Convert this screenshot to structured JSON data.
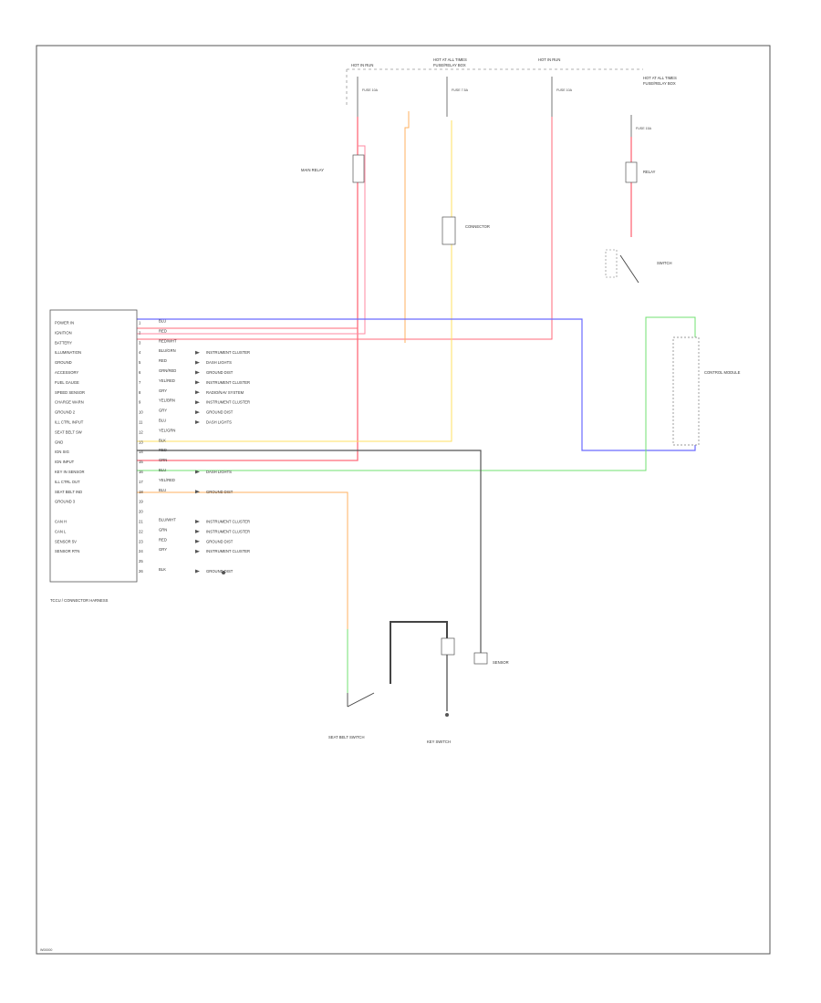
{
  "diagram": {
    "footer_code": "W00000",
    "module_name": "TCCU / CONNECTOR HARNESS",
    "power": {
      "labels": [
        "HOT IN RUN",
        "HOT AT ALL TIMES",
        "HOT IN RUN",
        "HOT AT ALL TIMES"
      ],
      "fuses": [
        "FUSE 10A",
        "FUSE 7.5A",
        "FUSE 10A",
        "FUSE 15A"
      ],
      "fuse_box": "FUSE/RELAY BOX",
      "right_label": "FUSE/RELAY BOX"
    },
    "pins": [
      {
        "num": "1",
        "name": "POWER IN",
        "wire": "BLU",
        "dest": ""
      },
      {
        "num": "2",
        "name": "IGNITION",
        "wire": "RED",
        "dest": ""
      },
      {
        "num": "3",
        "name": "BATTERY",
        "wire": "RED/WHT",
        "dest": ""
      },
      {
        "num": "4",
        "name": "ILLUMINATION",
        "wire": "BLU/GRN",
        "dest": "INSTRUMENT CLUSTER"
      },
      {
        "num": "5",
        "name": "GROUND",
        "wire": "RED",
        "dest": "DASH LIGHTS"
      },
      {
        "num": "6",
        "name": "ACCESSORY",
        "wire": "GRN/RED",
        "dest": "GROUND DIST"
      },
      {
        "num": "7",
        "name": "FUEL GAUGE",
        "wire": "YEL/RED",
        "dest": "INSTRUMENT CLUSTER"
      },
      {
        "num": "8",
        "name": "SPEED SENSOR",
        "wire": "GRY",
        "dest": "RADIO/NAV SYSTEM"
      },
      {
        "num": "9",
        "name": "CHARGE WARN",
        "wire": "YEL/BRN",
        "dest": "INSTRUMENT CLUSTER"
      },
      {
        "num": "10",
        "name": "GROUND 2",
        "wire": "GRY",
        "dest": "GROUND DIST"
      },
      {
        "num": "11",
        "name": "ILL CTRL INPUT",
        "wire": "BLU",
        "dest": "DASH LIGHTS"
      },
      {
        "num": "12",
        "name": "SEAT BELT SW",
        "wire": "YEL/GRN",
        "dest": ""
      },
      {
        "num": "13",
        "name": "GND",
        "wire": "BLK",
        "dest": ""
      },
      {
        "num": "14",
        "name": "IGN SIG",
        "wire": "RED",
        "dest": ""
      },
      {
        "num": "15",
        "name": "IGN INPUT",
        "wire": "GRN",
        "dest": ""
      },
      {
        "num": "16",
        "name": "KEY IN SENSOR",
        "wire": "BLU",
        "dest": "DASH LIGHTS"
      },
      {
        "num": "17",
        "name": "ILL CTRL OUT",
        "wire": "YEL/RED",
        "dest": ""
      },
      {
        "num": "18",
        "name": "SEAT BELT IND",
        "wire": "BLU",
        "dest": "GROUND DIST"
      },
      {
        "num": "19",
        "name": "GROUND 3",
        "wire": "",
        "dest": ""
      },
      {
        "num": "20",
        "name": "",
        "wire": "",
        "dest": ""
      },
      {
        "num": "21",
        "name": "CAN H",
        "wire": "BLU/WHT",
        "dest": "INSTRUMENT CLUSTER"
      },
      {
        "num": "22",
        "name": "CAN L",
        "wire": "GRN",
        "dest": "INSTRUMENT CLUSTER"
      },
      {
        "num": "23",
        "name": "SENSOR 5V",
        "wire": "RED",
        "dest": "GROUND DIST"
      },
      {
        "num": "24",
        "name": "SENSOR RTN",
        "wire": "GRY",
        "dest": "INSTRUMENT CLUSTER"
      },
      {
        "num": "25",
        "name": "",
        "wire": "",
        "dest": ""
      },
      {
        "num": "26",
        "name": "",
        "wire": "BLK",
        "dest": "GROUND DIST"
      }
    ],
    "components": {
      "left_relay": "MAIN RELAY",
      "center_connector": "CONNECTOR",
      "right_relay": "RELAY",
      "right_switch": "SWITCH",
      "right_module": "CONTROL MODULE",
      "bottom_left_switch": "SEAT BELT SWITCH",
      "bottom_center_switch": "KEY SWITCH",
      "bottom_right_label": "SENSOR"
    }
  }
}
